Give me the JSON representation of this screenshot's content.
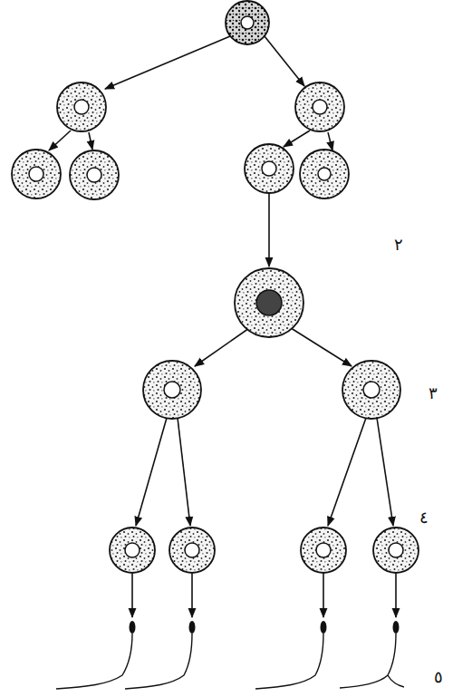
{
  "diagram": {
    "labels": [
      "٢",
      "٣",
      "٤",
      "٥"
    ]
  }
}
